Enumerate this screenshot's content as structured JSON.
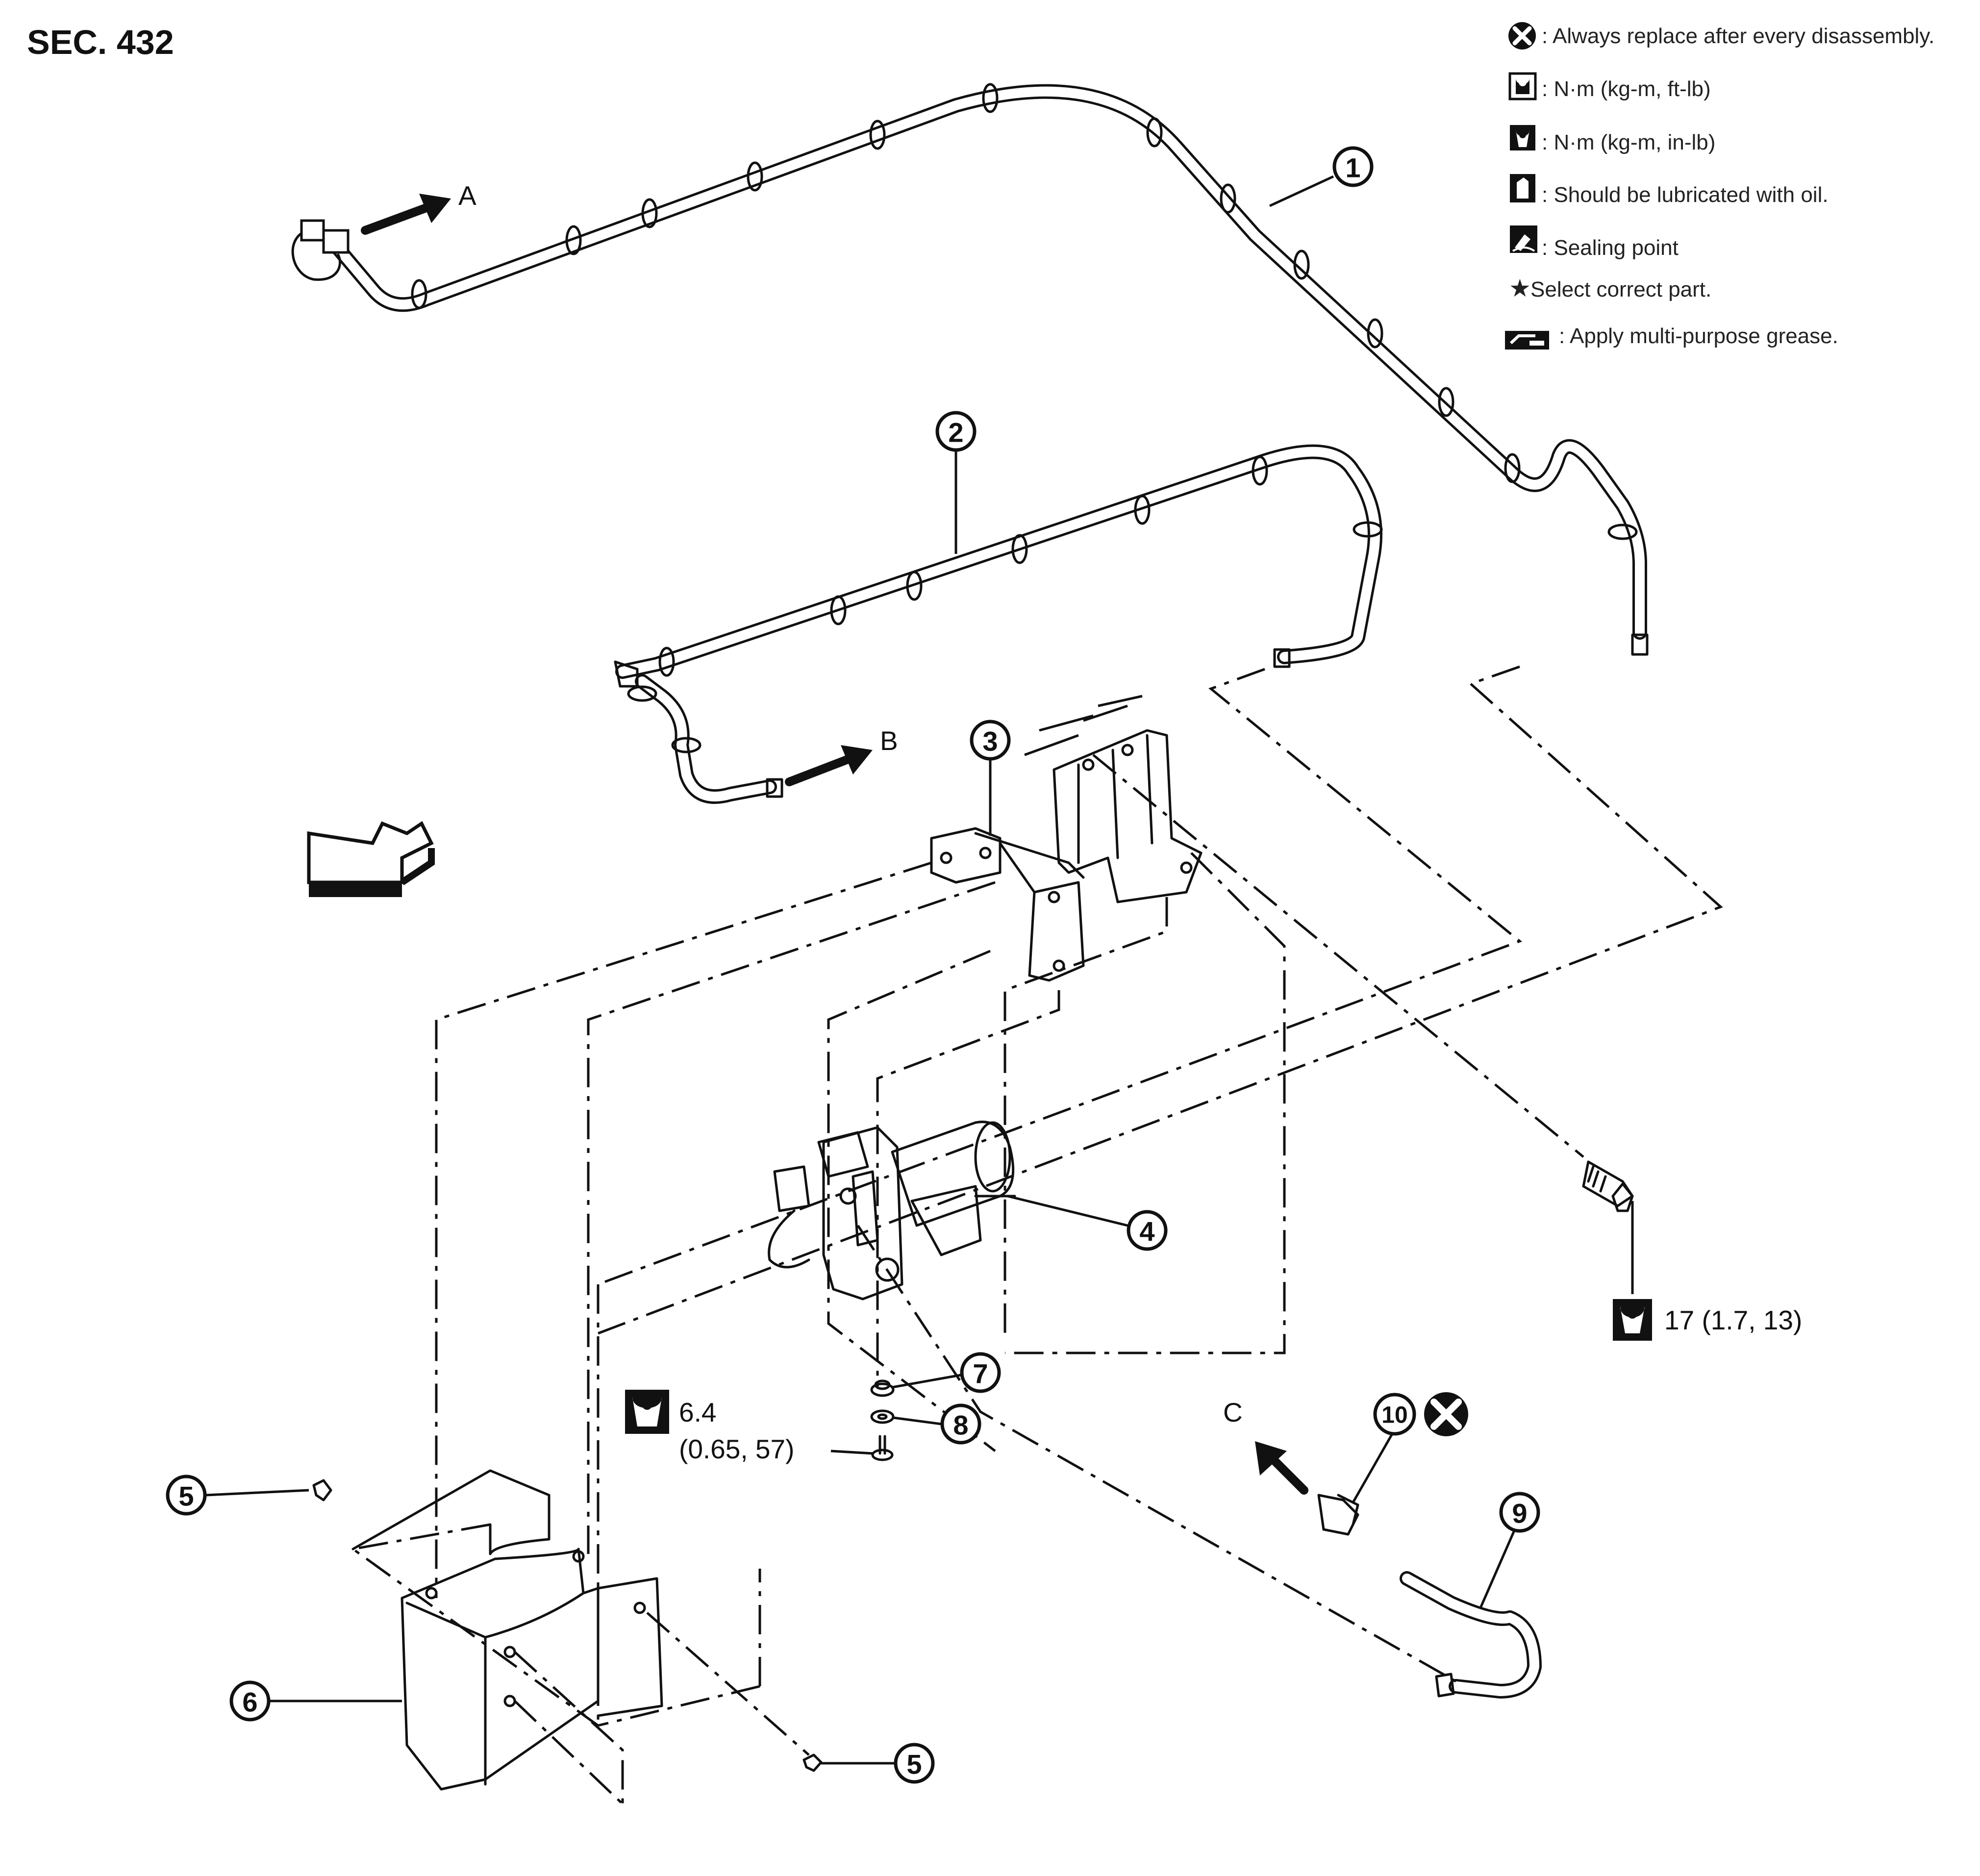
{
  "section": "SEC. 432",
  "legend": [
    {
      "icon": "replace-x-icon",
      "text": ": Always replace after every disassembly."
    },
    {
      "icon": "torque-wrench-icon",
      "text": ": N·m (kg-m, ft-lb)"
    },
    {
      "icon": "torque-wrench-filled-icon",
      "text": ": N·m (kg-m, in-lb)"
    },
    {
      "icon": "oil-can-icon",
      "text": ": Should be lubricated with oil."
    },
    {
      "icon": "sealing-point-icon",
      "text": ": Sealing point"
    },
    {
      "icon": "star-icon",
      "text": "Select correct part."
    },
    {
      "icon": "grease-icon",
      "text": ": Apply multi-purpose grease."
    }
  ],
  "callouts": {
    "c1": "1",
    "c2": "2",
    "c3": "3",
    "c4": "4",
    "c5a": "5",
    "c5b": "5",
    "c6": "6",
    "c7": "7",
    "c8": "8",
    "c9": "9",
    "c10": "10"
  },
  "arrows": {
    "a": "A",
    "b": "B",
    "c": "C"
  },
  "torque": {
    "bolt_value": "17 (1.7, 13)",
    "nut_value_line1": "6.4",
    "nut_value_line2": "(0.65, 57)"
  },
  "colors": {
    "ink": "#111111",
    "background": "#ffffff"
  }
}
